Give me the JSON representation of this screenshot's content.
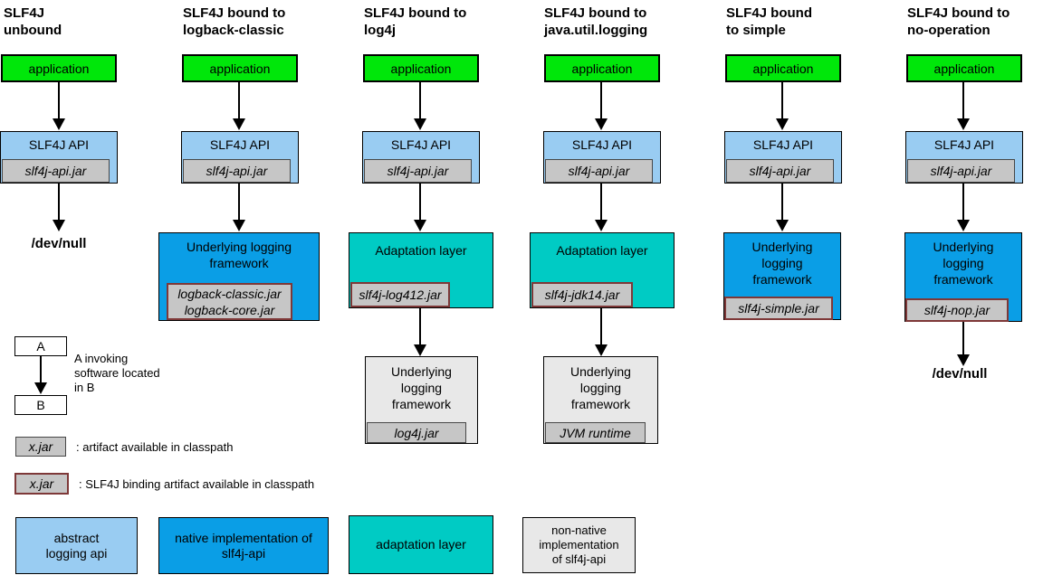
{
  "diagram": {
    "colors": {
      "application_green": "#00e70a",
      "abstract_api_light_blue": "#99ccf2",
      "native_impl_blue": "#0a9ee6",
      "adaptation_teal": "#00cbc4",
      "non_native_gray": "#e8e8e8",
      "jar_gray": "#c6c6c6",
      "binding_jar_border_red": "#7e3838"
    },
    "columns": [
      {
        "title_line1": "SLF4J",
        "title_line2": "unbound",
        "app_label": "application",
        "api_label": "SLF4J API",
        "api_jar": "slf4j-api.jar",
        "sink_label": "/dev/null"
      },
      {
        "title_line1": "SLF4J bound to",
        "title_line2": "logback-classic",
        "app_label": "application",
        "api_label": "SLF4J API",
        "api_jar": "slf4j-api.jar",
        "framework_label": "Underlying logging framework",
        "binding_jar_line1": "logback-classic.jar",
        "binding_jar_line2": "logback-core.jar"
      },
      {
        "title_line1": "SLF4J bound to",
        "title_line2": "log4j",
        "app_label": "application",
        "api_label": "SLF4J API",
        "api_jar": "slf4j-api.jar",
        "adaptation_label": "Adaptation layer",
        "binding_jar": "slf4j-log412.jar",
        "framework_label": "Underlying logging framework",
        "framework_jar": "log4j.jar"
      },
      {
        "title_line1": "SLF4J bound to",
        "title_line2": "java.util.logging",
        "app_label": "application",
        "api_label": "SLF4J API",
        "api_jar": "slf4j-api.jar",
        "adaptation_label": "Adaptation layer",
        "binding_jar": "slf4j-jdk14.jar",
        "framework_label": "Underlying logging framework",
        "framework_jar": "JVM runtime"
      },
      {
        "title_line1": "SLF4J bound",
        "title_line2": "to simple",
        "app_label": "application",
        "api_label": "SLF4J API",
        "api_jar": "slf4j-api.jar",
        "framework_label": "Underlying logging framework",
        "binding_jar": "slf4j-simple.jar"
      },
      {
        "title_line1": "SLF4J bound to",
        "title_line2": "no-operation",
        "app_label": "application",
        "api_label": "SLF4J API",
        "api_jar": "slf4j-api.jar",
        "framework_label": "Underlying logging framework",
        "binding_jar": "slf4j-nop.jar",
        "sink_label": "/dev/null"
      }
    ],
    "legend": {
      "invoke_a": "A",
      "invoke_b": "B",
      "invoke_text_line1": "A invoking",
      "invoke_text_line2": "software located",
      "invoke_text_line3": "in B",
      "jar_sample": "x.jar",
      "jar_caption": ": artifact available in classpath",
      "binding_jar_sample": "x.jar",
      "binding_jar_caption": ": SLF4J binding artifact available in classpath",
      "swatches": [
        {
          "label": "abstract logging api",
          "color": "#99ccf2"
        },
        {
          "label": "native implementation of slf4j-api",
          "color": "#0a9ee6"
        },
        {
          "label": "adaptation layer",
          "color": "#00cbc4"
        },
        {
          "label": "non-native implementation of slf4j-api",
          "color": "#e8e8e8"
        }
      ]
    }
  }
}
